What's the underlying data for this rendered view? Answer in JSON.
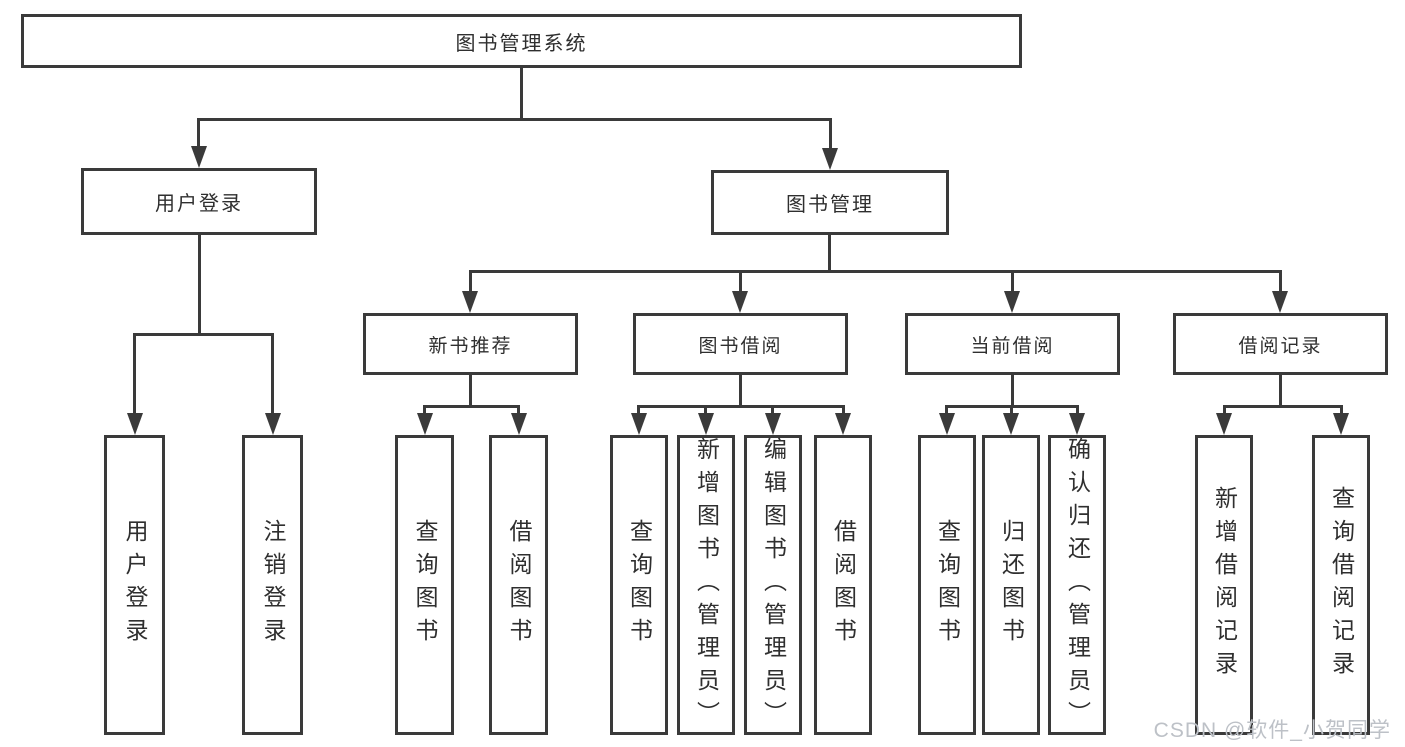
{
  "colors": {
    "background": "#ffffff",
    "box_fill": "#ffffff",
    "line_and_border": "#3a3a3a",
    "text": "#2f2f2f",
    "watermark": "#bdc1c7"
  },
  "watermark": {
    "text": "CSDN @软件_小贺同学"
  },
  "nodes": {
    "root": "图书管理系统",
    "userLogin": "用户登录",
    "bookMgmt": "图书管理",
    "newBookRec": "新书推荐",
    "bookBorrow": "图书借阅",
    "currentBorrow": "当前借阅",
    "borrowRecord": "借阅记录",
    "leafUserLogin": "用户登录",
    "leafLogout": "注销登录",
    "leafQueryBook1": "查询图书",
    "leafBorrowBook1": "借阅图书",
    "leafQueryBook2": "查询图书",
    "leafAddBook": "新增图书（管理员）",
    "leafEditBook": "编辑图书（管理员）",
    "leafBorrowBook2": "借阅图书",
    "leafQueryBook3": "查询图书",
    "leafReturnBook": "归还图书",
    "leafConfirmReturn": "确认归还（管理员）",
    "leafAddRecord": "新增借阅记录",
    "leafQueryRecord": "查询借阅记录"
  },
  "hierarchy": {
    "label": "图书管理系统",
    "children": [
      {
        "label": "用户登录",
        "children": [
          {
            "label": "用户登录"
          },
          {
            "label": "注销登录"
          }
        ]
      },
      {
        "label": "图书管理",
        "children": [
          {
            "label": "新书推荐",
            "children": [
              {
                "label": "查询图书"
              },
              {
                "label": "借阅图书"
              }
            ]
          },
          {
            "label": "图书借阅",
            "children": [
              {
                "label": "查询图书"
              },
              {
                "label": "新增图书（管理员）"
              },
              {
                "label": "编辑图书（管理员）"
              },
              {
                "label": "借阅图书"
              }
            ]
          },
          {
            "label": "当前借阅",
            "children": [
              {
                "label": "查询图书"
              },
              {
                "label": "归还图书"
              },
              {
                "label": "确认归还（管理员）"
              }
            ]
          },
          {
            "label": "借阅记录",
            "children": [
              {
                "label": "新增借阅记录"
              },
              {
                "label": "查询借阅记录"
              }
            ]
          }
        ]
      }
    ]
  }
}
